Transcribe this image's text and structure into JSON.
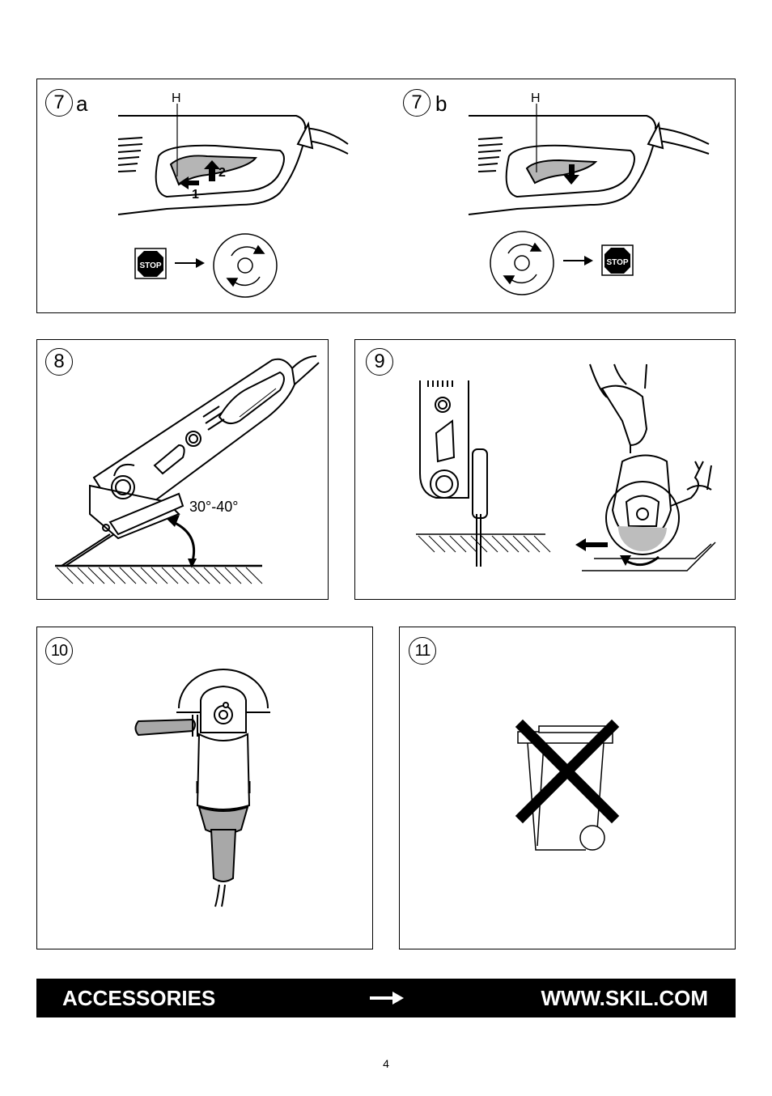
{
  "figures": {
    "fig7a": {
      "number": "7",
      "suffix": "a",
      "h_label": "H",
      "arrow1": "1",
      "arrow2": "2",
      "stop_text": "STOP"
    },
    "fig7b": {
      "number": "7",
      "suffix": "b",
      "h_label": "H",
      "stop_text": "STOP"
    },
    "fig8": {
      "number": "8",
      "angle_label": "30°-40°"
    },
    "fig9": {
      "number": "9"
    },
    "fig10": {
      "number": "10"
    },
    "fig11": {
      "number": "11"
    }
  },
  "banner": {
    "left_text": "ACCESSORIES",
    "arrow_icon": "long-right-arrow",
    "right_text": "WWW.SKIL.COM"
  },
  "page_number": "4",
  "colors": {
    "banner_bg": "#000000",
    "banner_text": "#ffffff",
    "tool_gray": "#a0a0a0"
  }
}
